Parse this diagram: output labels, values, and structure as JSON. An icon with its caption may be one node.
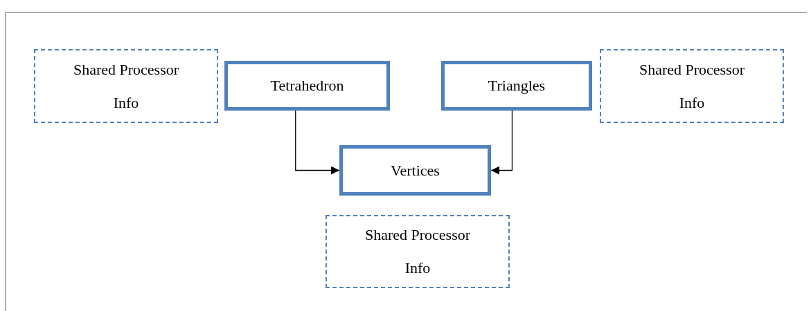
{
  "diagram": {
    "nodes": [
      {
        "text": [
          "Shared Processor Info"
        ]
      },
      {
        "text": [
          "Tetrahedron"
        ]
      },
      {
        "text": [
          "Triangles"
        ]
      },
      {
        "text": [
          "Shared Processor Info"
        ]
      },
      {
        "text": [
          "Vertices"
        ]
      },
      {
        "text": [
          "Shared Processor Info"
        ]
      }
    ],
    "edges": [
      {
        "from": 1,
        "to": 4,
        "arrow": "to"
      },
      {
        "from": 2,
        "to": 4,
        "arrow": "to"
      }
    ]
  }
}
